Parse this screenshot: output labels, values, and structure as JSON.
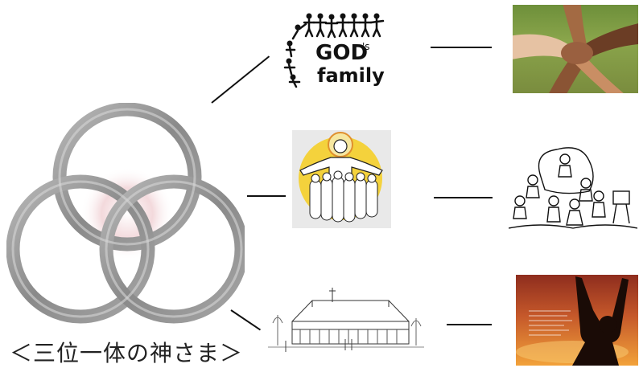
{
  "caption": "＜三位一体の神さま＞",
  "gods_family_logo": {
    "line1": "GOD",
    "line1_suffix": "'s",
    "line2": "family"
  },
  "colors": {
    "line": "#111111",
    "ring": "#8f8f8f",
    "halo": "#f4d23c",
    "sunset_top": "#8e2d1e",
    "sunset_bottom": "#f2a23a"
  }
}
